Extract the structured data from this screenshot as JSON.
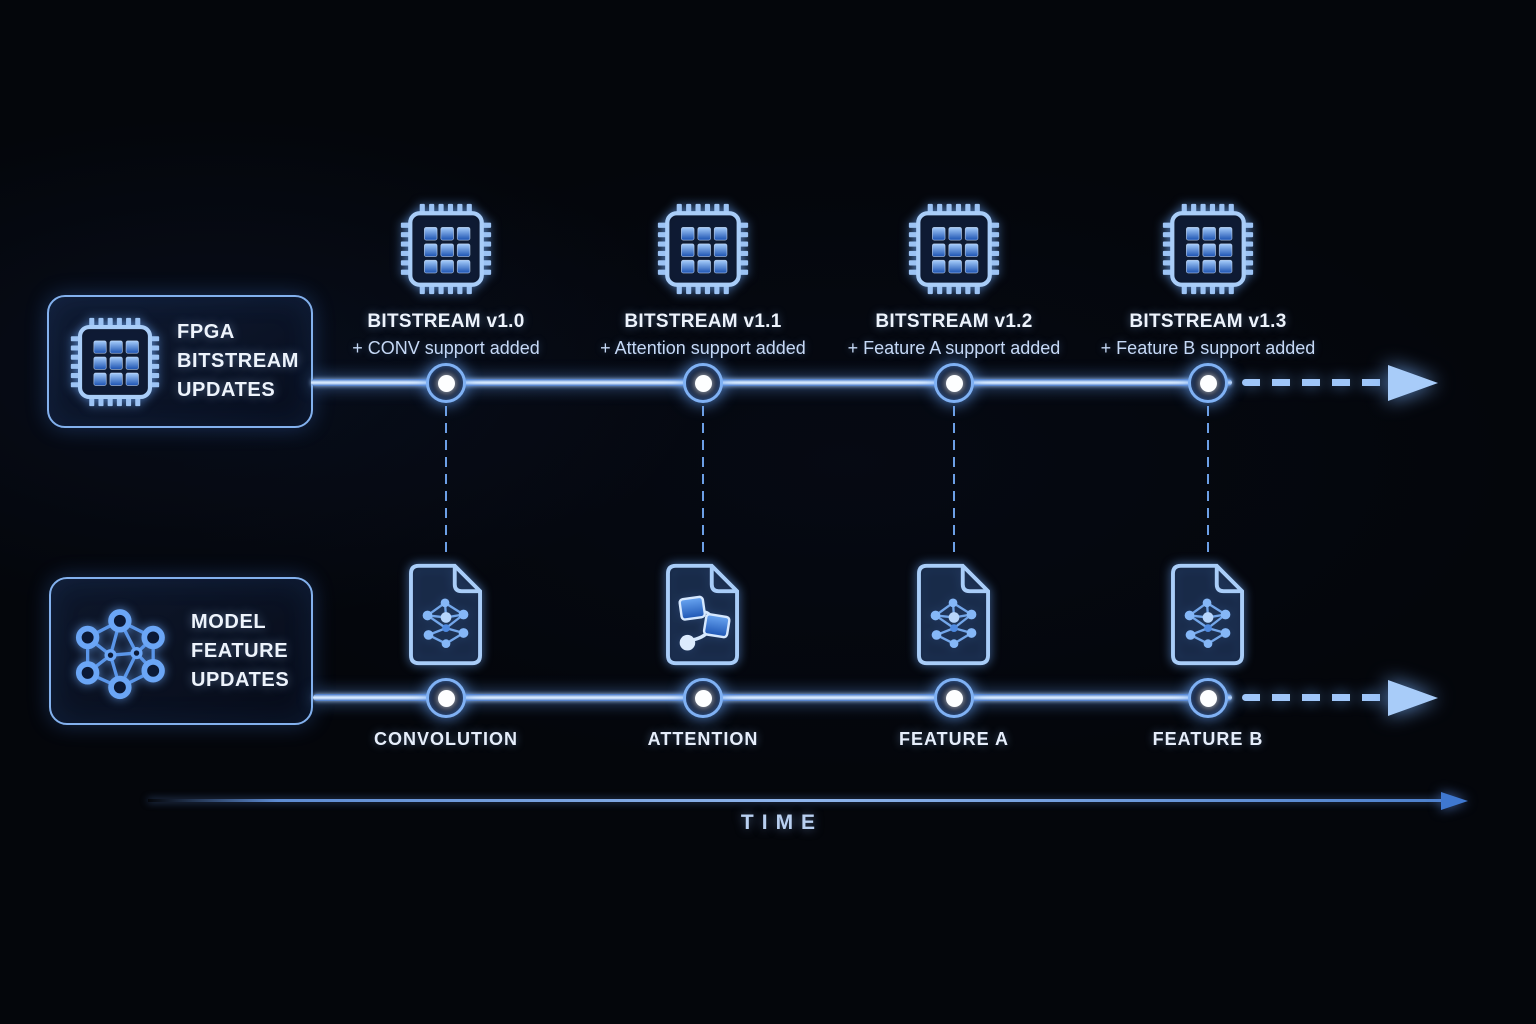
{
  "colors": {
    "background": "#04060b",
    "accent": "#7fb4f8",
    "line_highlight": "#cfe4fc",
    "node_fill": "#ffffff",
    "text_primary": "#eef4fc",
    "text_secondary": "#c6d9f6"
  },
  "fpga_box": {
    "title": "FPGA BITSTREAM UPDATES",
    "icon": "chip-icon"
  },
  "model_box": {
    "title": "MODEL FEATURE UPDATES",
    "icon": "neural-network-icon"
  },
  "top_timeline": {
    "milestones": [
      {
        "title": "BITSTREAM v1.0",
        "subtitle": "+ CONV support added",
        "icon": "chip-icon"
      },
      {
        "title": "BITSTREAM v1.1",
        "subtitle": "+ Attention support added",
        "icon": "chip-icon"
      },
      {
        "title": "BITSTREAM v1.2",
        "subtitle": "+ Feature A support added",
        "icon": "chip-icon"
      },
      {
        "title": "BITSTREAM v1.3",
        "subtitle": "+ Feature B support added",
        "icon": "chip-icon"
      }
    ]
  },
  "bottom_timeline": {
    "milestones": [
      {
        "label": "CONVOLUTION",
        "icon": "document-neural-network-icon"
      },
      {
        "label": "ATTENTION",
        "icon": "document-flowchart-icon"
      },
      {
        "label": "FEATURE A",
        "icon": "document-neural-network-icon"
      },
      {
        "label": "FEATURE B",
        "icon": "document-neural-network-icon"
      }
    ]
  },
  "time_axis": {
    "label": "TIME"
  }
}
